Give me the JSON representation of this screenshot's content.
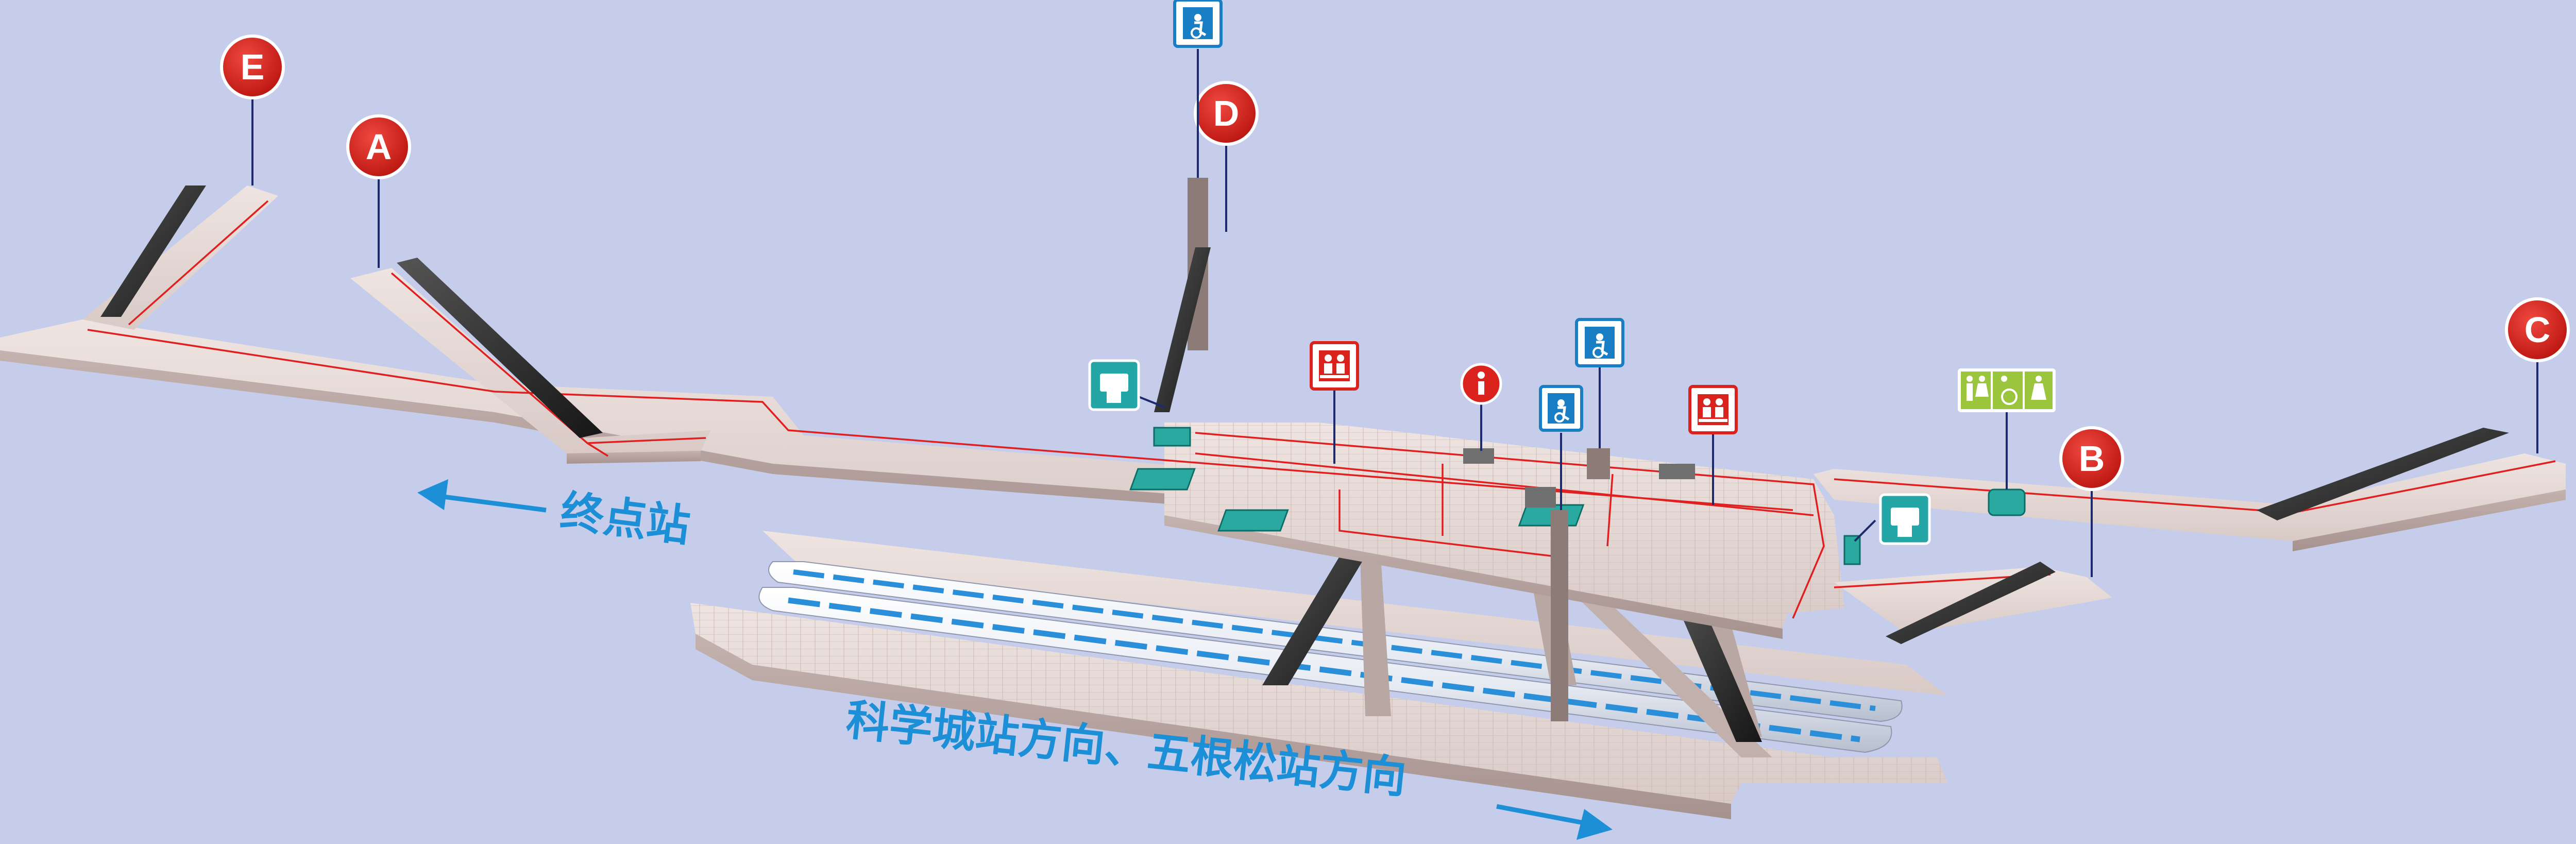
{
  "exits": [
    {
      "id": "E",
      "label": "E"
    },
    {
      "id": "A",
      "label": "A"
    },
    {
      "id": "D",
      "label": "D"
    },
    {
      "id": "C",
      "label": "C"
    },
    {
      "id": "B",
      "label": "B"
    }
  ],
  "directions": {
    "terminus": "终点站",
    "other": "科学城站方向、五根松站方向"
  },
  "facility_icons": [
    {
      "id": "elevator-top",
      "icon": "elevator-icon"
    },
    {
      "id": "elevator-mid",
      "icon": "elevator-icon"
    },
    {
      "id": "elevator-low",
      "icon": "elevator-icon"
    },
    {
      "id": "ticket-left",
      "icon": "ticket-machine-icon"
    },
    {
      "id": "ticket-right",
      "icon": "ticket-machine-icon"
    },
    {
      "id": "service-left",
      "icon": "customer-service-icon"
    },
    {
      "id": "service-right",
      "icon": "customer-service-icon"
    },
    {
      "id": "info",
      "icon": "information-icon"
    },
    {
      "id": "toilet",
      "icon": "toilet-icon"
    }
  ],
  "colors": {
    "background": "#c5cdea",
    "exit_badge": "#d9231c",
    "direction_text": "#1d8fd6",
    "elevator_sign": "#1a7ec4",
    "ticket_sign": "#24a6a6",
    "service_sign": "#d9231c",
    "toilet_sign": "#9bc53d",
    "guide_line": "#e02020"
  }
}
